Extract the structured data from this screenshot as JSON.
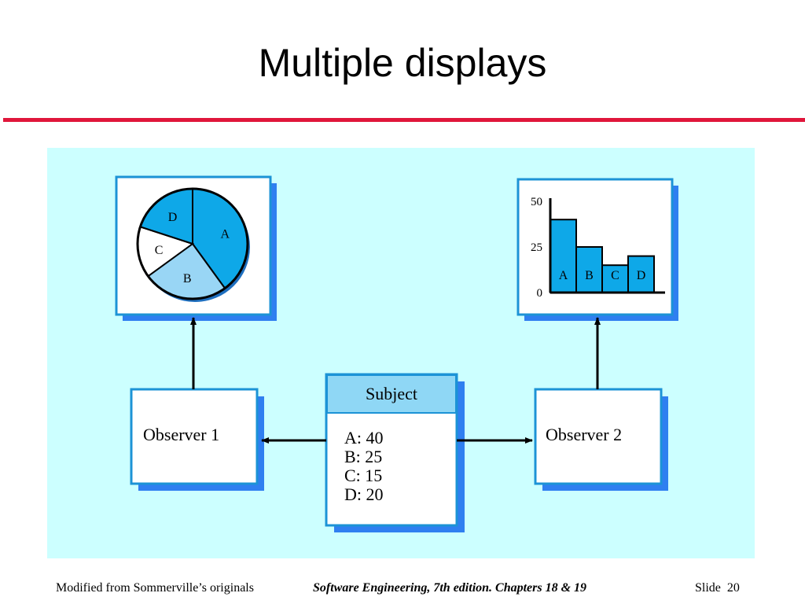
{
  "slide": {
    "title": "Multiple displays",
    "footer_left": "Modified from Sommerville’s originals",
    "footer_center": "Software Engineering, 7th edition. Chapters 18 & 19",
    "footer_right_label": "Slide",
    "footer_right_number": "20"
  },
  "colors": {
    "accent_rule": "#e0163b",
    "panel_bg": "#ccffff",
    "box_shadow": "#2f7ff0",
    "box_border": "#1c93d6",
    "subject_header": "#8fd7f5",
    "chart_fill": "#0ea8e8",
    "chart_light": "#99d6f5"
  },
  "diagram": {
    "subject": {
      "header": "Subject",
      "lines": [
        "A: 40",
        "B: 25",
        "C: 15",
        "D: 20"
      ]
    },
    "observer1": {
      "label": "Observer 1"
    },
    "observer2": {
      "label": "Observer 2"
    }
  },
  "chart_data": [
    {
      "type": "pie",
      "categories": [
        "A",
        "B",
        "C",
        "D"
      ],
      "values": [
        40,
        25,
        15,
        20
      ]
    },
    {
      "type": "bar",
      "categories": [
        "A",
        "B",
        "C",
        "D"
      ],
      "values": [
        40,
        25,
        15,
        20
      ],
      "yticks": [
        "0",
        "25",
        "50"
      ],
      "ylim": [
        0,
        50
      ]
    }
  ]
}
